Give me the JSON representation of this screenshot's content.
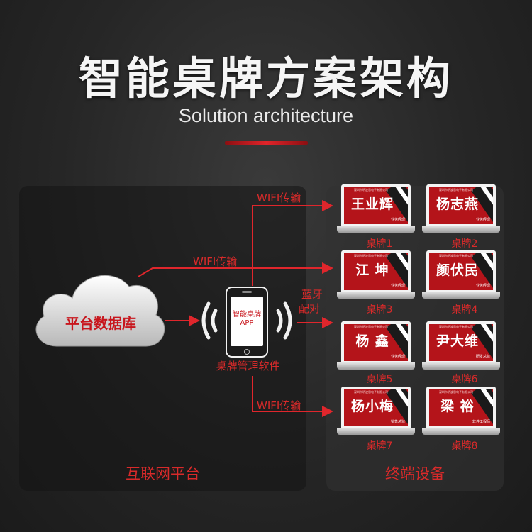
{
  "header": {
    "title": "智能桌牌方案架构",
    "subtitle": "Solution architecture"
  },
  "platform": {
    "panel_label": "互联网平台",
    "cloud_label": "平台数据库",
    "app_label_line1": "智能桌牌",
    "app_label_line2": "APP",
    "app_caption": "桌牌管理软件"
  },
  "links": {
    "wifi_top": "WIFI传输",
    "wifi_cloud": "WIFI传输",
    "bluetooth_line1": "蓝牙",
    "bluetooth_line2": "配对",
    "wifi_bottom": "WIFI传输"
  },
  "terminals": {
    "panel_label": "终端设备",
    "company": "深圳市明波思电子有限公司",
    "devices": [
      {
        "name": "王业辉",
        "role": "业务经理",
        "label": "桌牌1"
      },
      {
        "name": "杨志燕",
        "role": "业务经理",
        "label": "桌牌2"
      },
      {
        "name": "江 坤",
        "role": "业务经理",
        "label": "桌牌3"
      },
      {
        "name": "颜伏民",
        "role": "业务经理",
        "label": "桌牌4"
      },
      {
        "name": "杨 鑫",
        "role": "业务经理",
        "label": "桌牌5"
      },
      {
        "name": "尹大维",
        "role": "研发总监",
        "label": "桌牌6"
      },
      {
        "name": "杨小梅",
        "role": "销售总监",
        "label": "桌牌7"
      },
      {
        "name": "梁 裕",
        "role": "软件工程师",
        "label": "桌牌8"
      }
    ]
  },
  "colors": {
    "accent": "#d82a2a",
    "screen_red": "#b4141a",
    "background": "#262626"
  }
}
